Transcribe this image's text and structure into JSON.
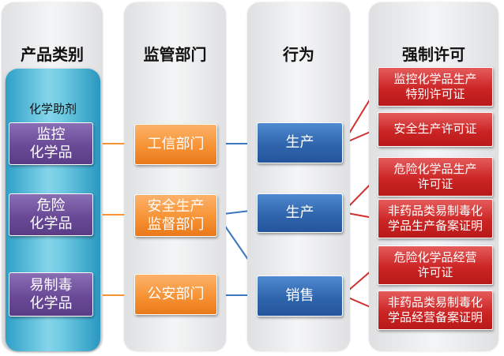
{
  "columns": {
    "categories": {
      "header": "产品类别",
      "panel_title": "化学助剂"
    },
    "departments": {
      "header": "监管部门"
    },
    "actions": {
      "header": "行为"
    },
    "permits": {
      "header": "强制许可"
    }
  },
  "categories": [
    {
      "label": "监控\n化学品"
    },
    {
      "label": "危险\n化学品"
    },
    {
      "label": "易制毒\n化学品"
    }
  ],
  "departments": [
    {
      "label": "工信部门"
    },
    {
      "label": "安全生产\n监督部门"
    },
    {
      "label": "公安部门"
    }
  ],
  "actions": [
    {
      "label": "生产"
    },
    {
      "label": "生产"
    },
    {
      "label": "销售"
    }
  ],
  "permits": [
    {
      "label": "监控化学品生产\n特别许可证"
    },
    {
      "label": "安全生产许可证"
    },
    {
      "label": "危险化学品生产\n许可证"
    },
    {
      "label": "非药品类易制毒化\n学品生产备案证明"
    },
    {
      "label": "危险化学品经营\n许可证"
    },
    {
      "label": "非药品类易制毒化\n学品经营备案证明"
    }
  ],
  "colors": {
    "category_box": "#6a4a97",
    "department_box": "#f79335",
    "action_box": "#2f65ad",
    "permit_box": "#cc2525",
    "panel": "#5cc2de",
    "link_orange": "#f79335",
    "link_blue": "#3d76bd",
    "link_red": "#d03030"
  }
}
